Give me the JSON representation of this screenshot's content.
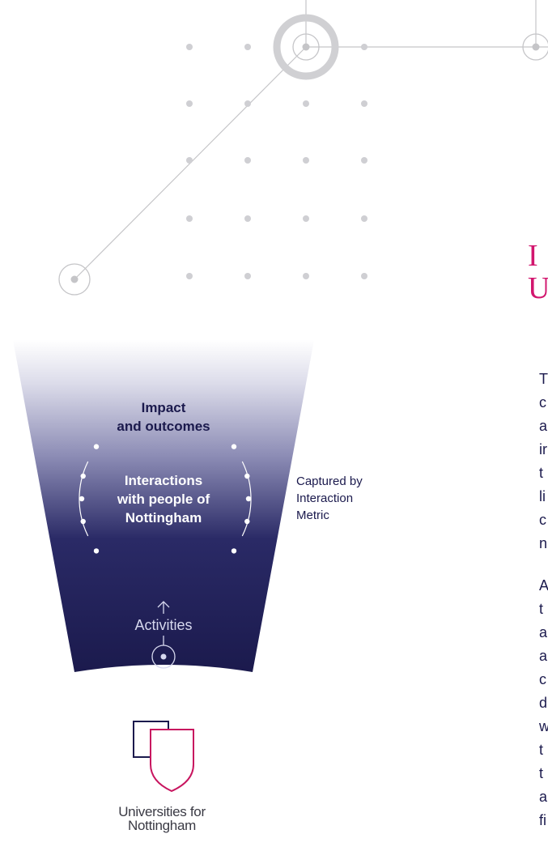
{
  "funnel": {
    "impact_title": [
      "Impact",
      "and outcomes"
    ],
    "interactions_title": [
      "Interactions",
      "with people of",
      "Nottingham"
    ],
    "activities_label": "Activities",
    "captured_label": [
      "Captured by",
      "Interaction",
      "Metric"
    ],
    "colors": {
      "top": "#ffffff",
      "bottom": "#1b1a4d",
      "arc": "#ffffff"
    }
  },
  "logo": {
    "text": [
      "Universities for",
      "Nottingham"
    ],
    "colors": {
      "square": "#1b1a4d",
      "shield": "#c8155f"
    }
  },
  "heading": [
    "I",
    "U"
  ],
  "body": {
    "paragraph_1": [
      "T",
      "c",
      "a",
      "ir",
      "t",
      "li",
      "c",
      "n"
    ],
    "paragraph_2": [
      "A",
      "t",
      "a",
      "a",
      "c",
      "d",
      "w",
      "t",
      "t",
      "a",
      "fi"
    ]
  },
  "network": {
    "line_color": "#c5c5c8",
    "dot_color": "#cfcfd3"
  }
}
